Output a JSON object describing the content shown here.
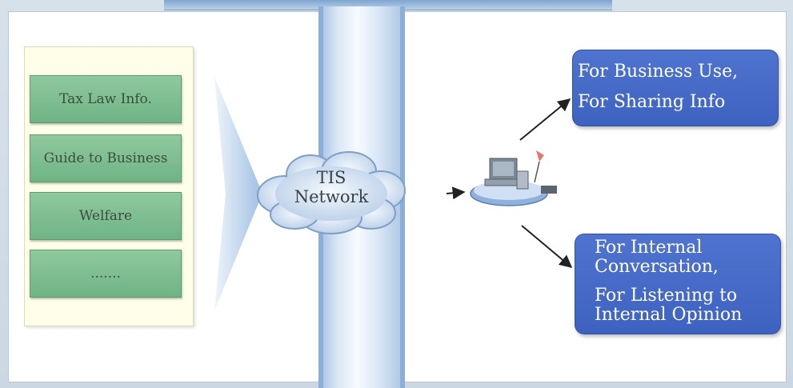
{
  "diagram": {
    "menu_items": [
      "Tax Law Info.",
      "Guide to Business",
      "Welfare",
      "......."
    ],
    "network_label": {
      "line1": "TIS",
      "line2": "Network"
    },
    "business_box": {
      "line1": "For Business Use,",
      "line2": "For Sharing Info"
    },
    "internal_box": {
      "line1": "For Internal",
      "line2": "Conversation,",
      "line3": "For  Listening to",
      "line4": "Internal Opinion"
    }
  },
  "colors": {
    "menu_item_green": "#7bbd8d",
    "blue_box": "#4569c6",
    "pillar_blue": "#9fbde0",
    "cloud_fill": "#dfeaf6"
  },
  "icons": [
    "cloud-icon",
    "computer-workstation-icon",
    "funnel-arrow-icon"
  ]
}
